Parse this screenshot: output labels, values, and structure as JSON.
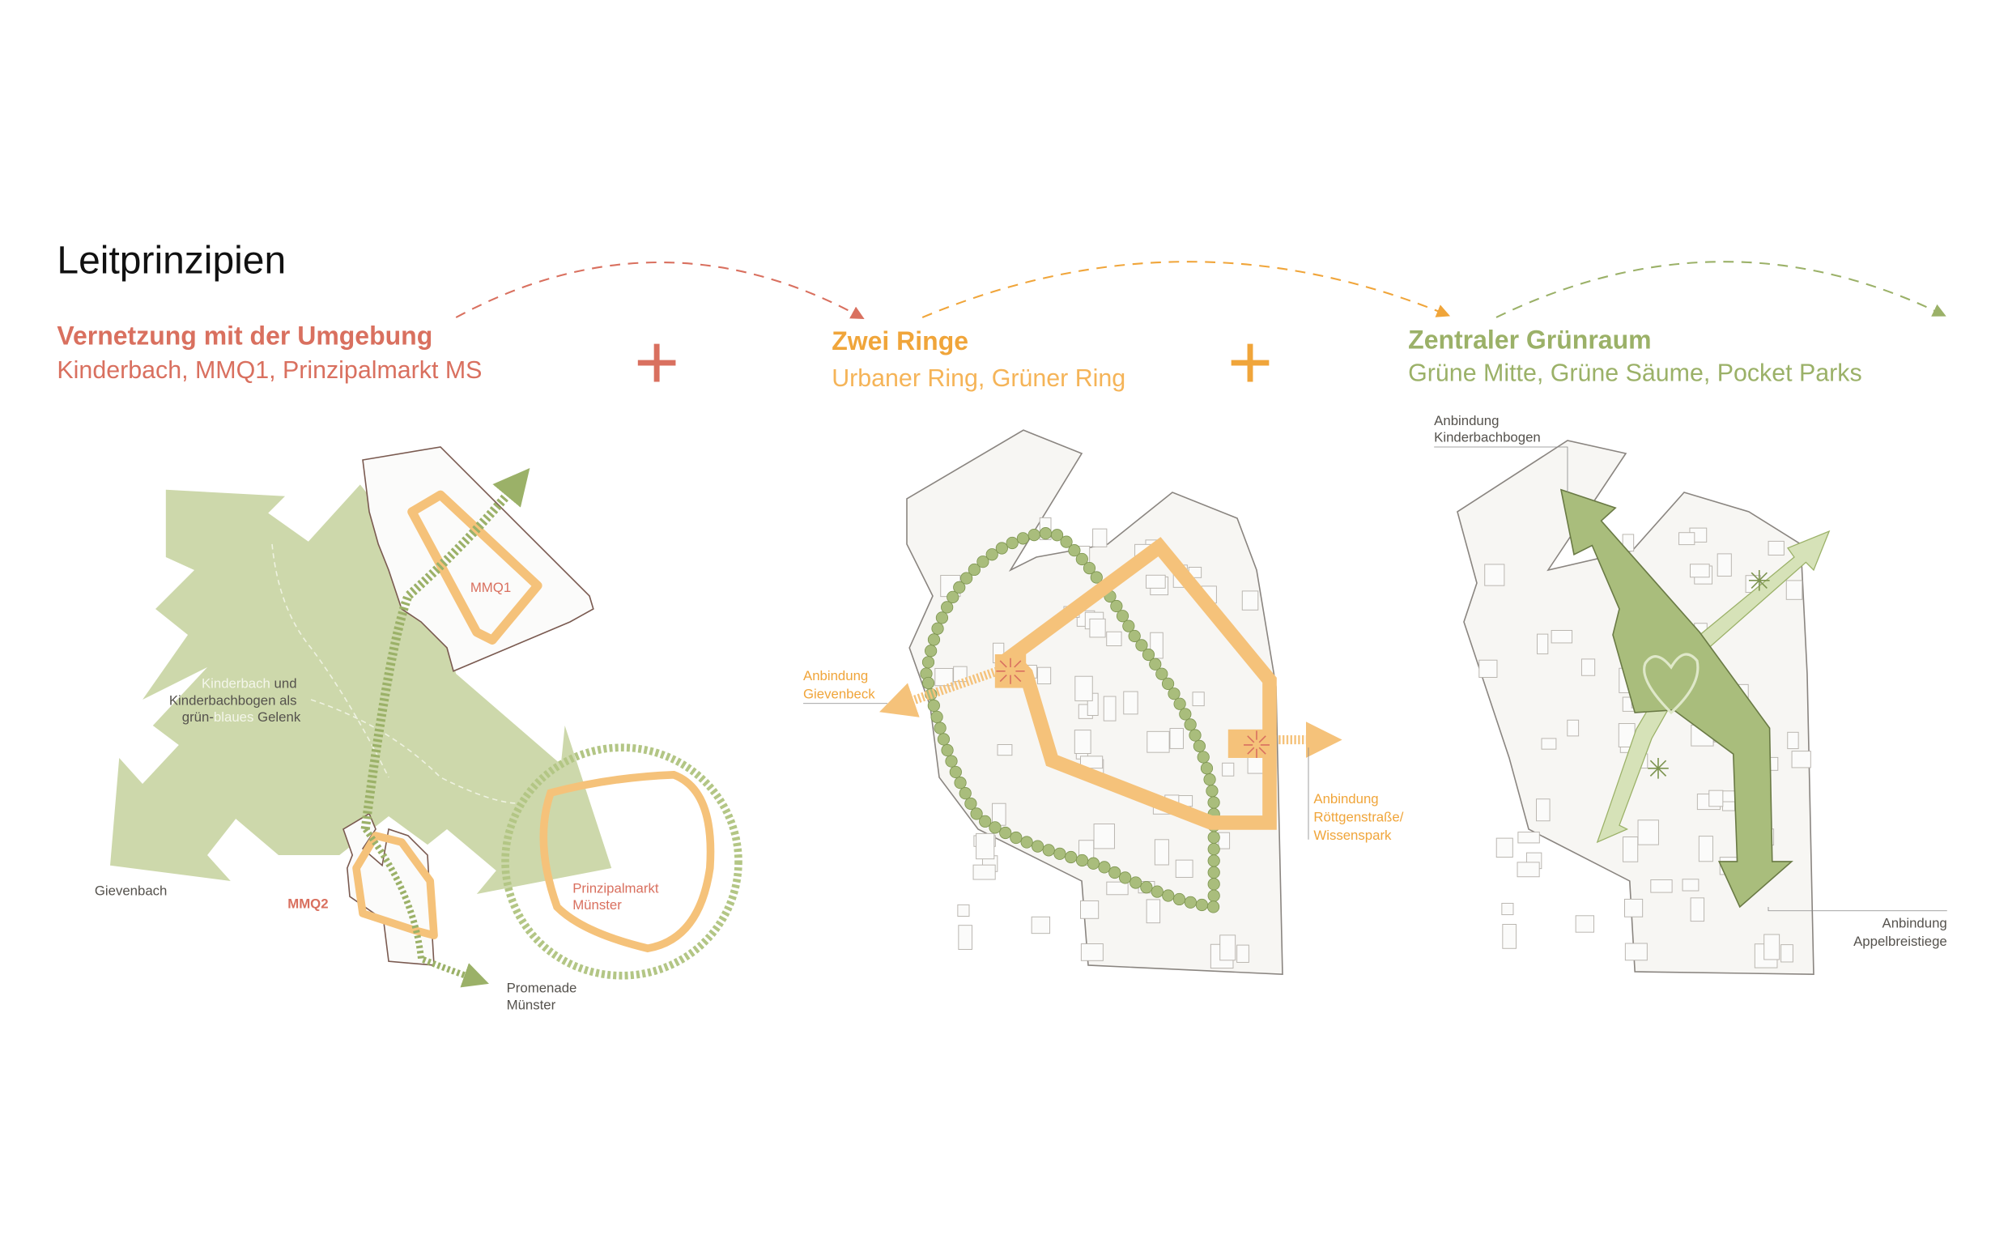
{
  "title": "Leitprinzipien",
  "colors": {
    "red": "#d9705f",
    "orange": "#f0a53a",
    "green": "#9bb168",
    "ring": "#f5c27a",
    "greenFill": "#cdd8ab"
  },
  "sections": [
    {
      "heading": "Vernetzung mit der Umgebung",
      "subtitle": "Kinderbach, MMQ1, Prinzipalmarkt MS"
    },
    {
      "heading": "Zwei Ringe",
      "subtitle": "Urbaner Ring, Grüner Ring"
    },
    {
      "heading": "Zentraler Grünraum",
      "subtitle": "Grüne Mitte, Grüne Säume, Pocket Parks"
    }
  ],
  "operators": [
    "+",
    "+"
  ],
  "panel1": {
    "mmq1": "MMQ1",
    "mmq2": "MMQ2",
    "kinderbach": [
      "Kinderbach",
      " und",
      "Kinderbachbogen als",
      "grün-",
      "blaues",
      " Gelenk"
    ],
    "gievenbach": "Gievenbach",
    "prinzipalmarkt": [
      "Prinzipalmarkt",
      "Münster"
    ],
    "promenade": [
      "Promenade",
      "Münster"
    ]
  },
  "panel2": {
    "gievenbeck": [
      "Anbindung",
      "Gievenbeck"
    ],
    "roettgen": [
      "Anbindung",
      "Röttgenstraße/",
      "Wissenspark"
    ]
  },
  "panel3": {
    "kinderbachbogen": [
      "Anbindung",
      "Kinderbachbogen"
    ],
    "appelbreistiege": [
      "Anbindung",
      "Appelbreistiege"
    ]
  }
}
